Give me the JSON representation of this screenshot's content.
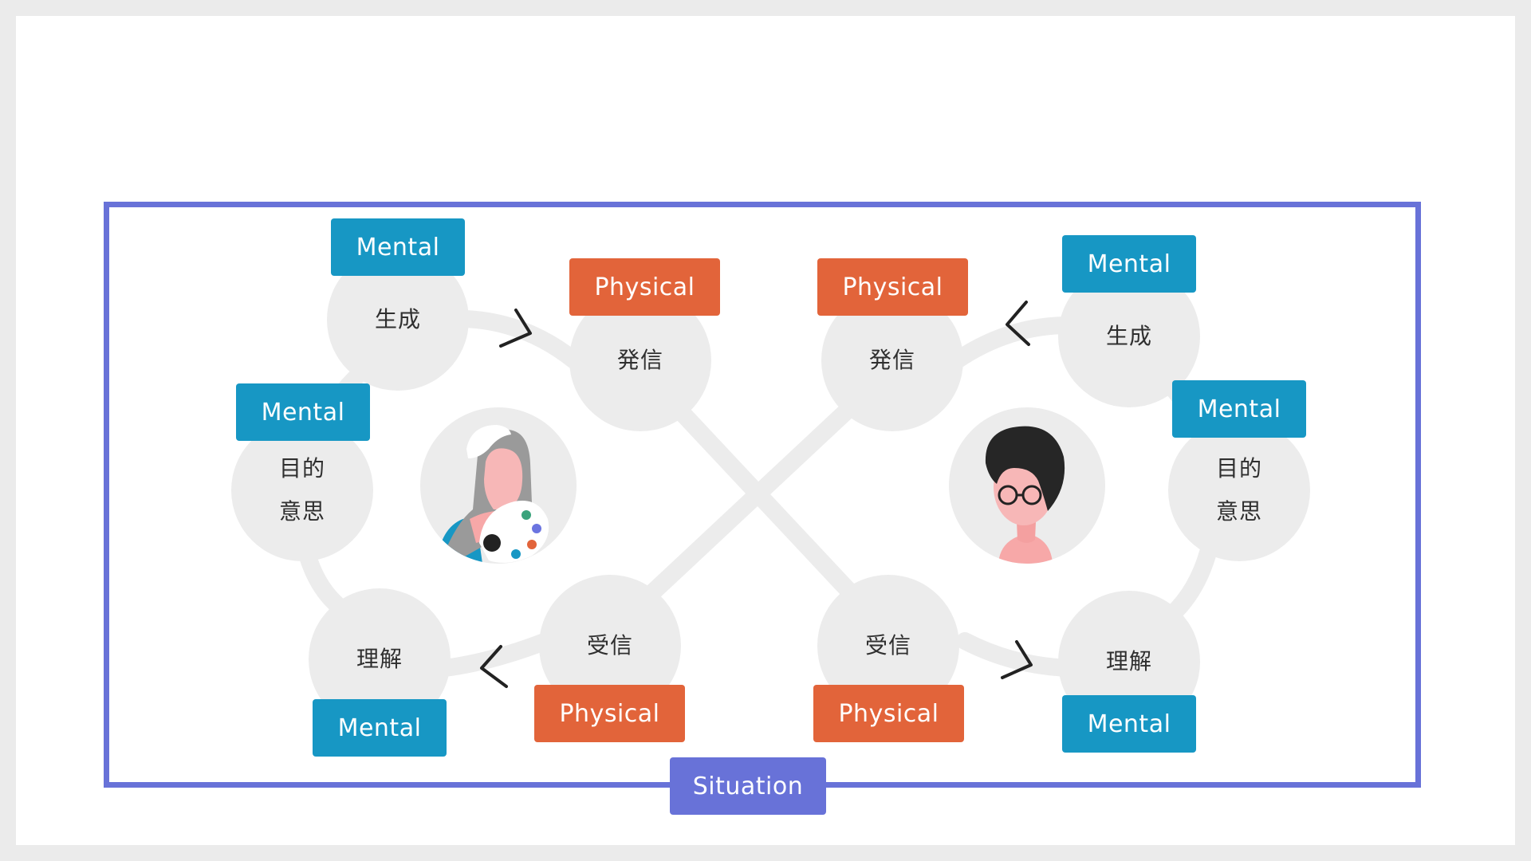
{
  "diagram": {
    "situation_label": "Situation",
    "left_person": {
      "generate": {
        "text": "生成",
        "tag": "Mental"
      },
      "send": {
        "text": "発信",
        "tag": "Physical"
      },
      "intent": {
        "line1": "目的",
        "line2": "意思",
        "tag": "Mental"
      },
      "receive": {
        "text": "受信",
        "tag": "Physical"
      },
      "understand": {
        "text": "理解",
        "tag": "Mental"
      }
    },
    "right_person": {
      "generate": {
        "text": "生成",
        "tag": "Mental"
      },
      "send": {
        "text": "発信",
        "tag": "Physical"
      },
      "intent": {
        "line1": "目的",
        "line2": "意思",
        "tag": "Mental"
      },
      "receive": {
        "text": "受信",
        "tag": "Physical"
      },
      "understand": {
        "text": "理解",
        "tag": "Mental"
      }
    },
    "colors": {
      "mental": "#1797c4",
      "physical": "#e2643a",
      "situation": "#6872d8",
      "node": "#ececec",
      "connector": "#ececec",
      "arrow": "#222222"
    },
    "icons": [
      "female-artist-avatar-icon",
      "male-glasses-avatar-icon",
      "chevron-arrow-icon"
    ]
  }
}
